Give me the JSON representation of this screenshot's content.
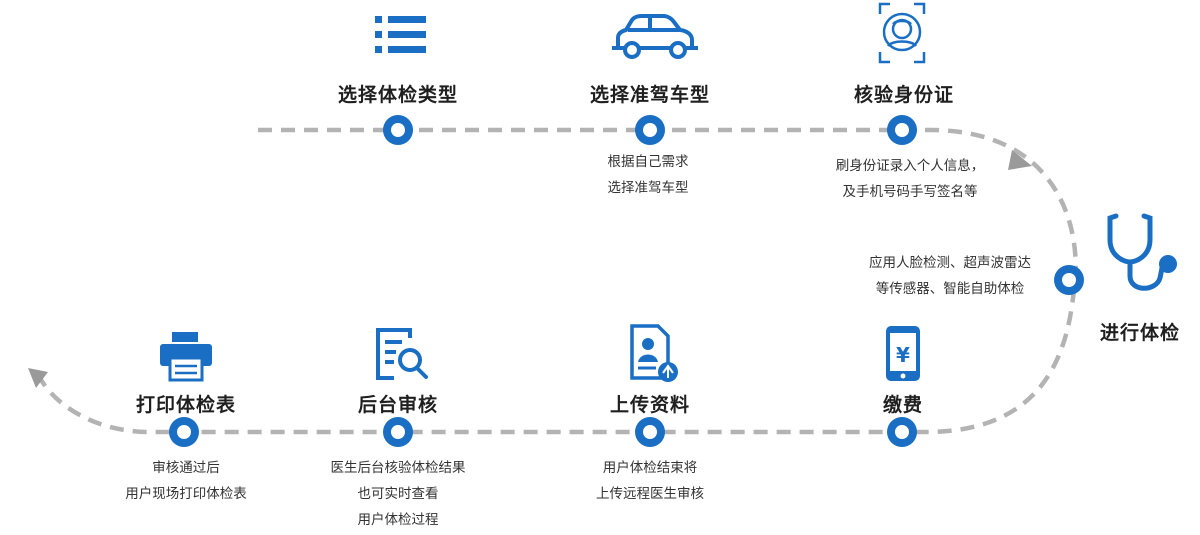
{
  "colors": {
    "accent": "#1a6fc4",
    "path": "#b3b3b3",
    "text": "#222222"
  },
  "steps": [
    {
      "title": "选择体检类型",
      "icon": "list-icon",
      "desc": []
    },
    {
      "title": "选择准驾车型",
      "icon": "car-icon",
      "desc": [
        "根据自己需求",
        "选择准驾车型"
      ]
    },
    {
      "title": "核验身份证",
      "icon": "face-scan-icon",
      "desc": [
        "刷身份证录入个人信息，",
        "及手机号码手写签名等"
      ]
    },
    {
      "title": "进行体检",
      "icon": "stethoscope-icon",
      "desc": [
        "应用人脸检测、超声波雷达",
        "等传感器、智能自助体检"
      ]
    },
    {
      "title": "缴费",
      "icon": "phone-yen-icon",
      "desc": []
    },
    {
      "title": "上传资料",
      "icon": "document-upload-icon",
      "desc": [
        "用户体检结束将",
        "上传远程医生审核"
      ]
    },
    {
      "title": "后台审核",
      "icon": "document-search-icon",
      "desc": [
        "医生后台核验体检结果",
        "也可实时查看",
        "用户体检过程"
      ]
    },
    {
      "title": "打印体检表",
      "icon": "printer-icon",
      "desc": [
        "审核通过后",
        "用户现场打印体检表"
      ]
    }
  ]
}
